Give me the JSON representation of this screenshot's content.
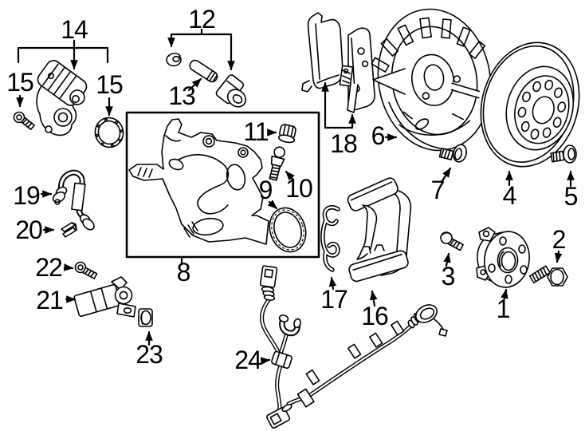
{
  "diagram": {
    "kind": "parts-diagram",
    "background": "#ffffff",
    "line_color": "#000000"
  },
  "callouts": {
    "c1": "1",
    "c2": "2",
    "c3": "3",
    "c4": "4",
    "c5": "5",
    "c6": "6",
    "c7": "7",
    "c8": "8",
    "c9": "9",
    "c10": "10",
    "c11": "11",
    "c12": "12",
    "c13": "13",
    "c14": "14",
    "c15a": "15",
    "c15b": "15",
    "c16": "16",
    "c17": "17",
    "c18": "18",
    "c19": "19",
    "c20": "20",
    "c21": "21",
    "c22": "22",
    "c23": "23",
    "c24": "24"
  }
}
